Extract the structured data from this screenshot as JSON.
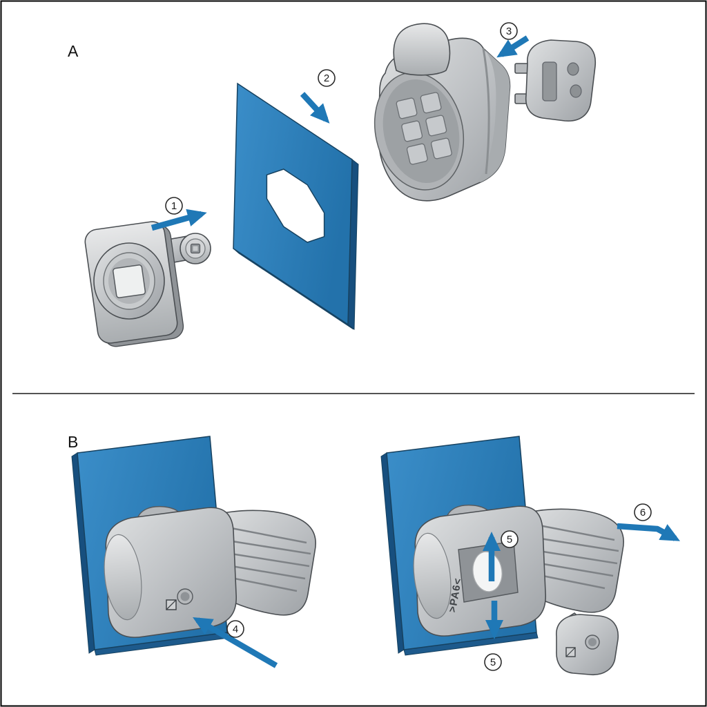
{
  "document": {
    "type": "assembly-instruction-diagram",
    "background": "#ffffff"
  },
  "sections": {
    "a": {
      "label": "A"
    },
    "b": {
      "label": "B"
    }
  },
  "steps": {
    "s1": "1",
    "s2": "2",
    "s3": "3",
    "s4": "4",
    "s5": "5",
    "s6": "6"
  },
  "labels": {
    "material_marking": ">PA6<"
  },
  "colors": {
    "panel_blue": "#2e7fc0",
    "panel_edge_blue": "#1d5a8c",
    "part_gray": "#bfc2c5",
    "part_gray_dark": "#8f9397",
    "part_gray_light": "#e7e8e9",
    "arrow_blue": "#1f78b6",
    "outline": "#4a4e52",
    "divider": "#1a1a1a"
  }
}
